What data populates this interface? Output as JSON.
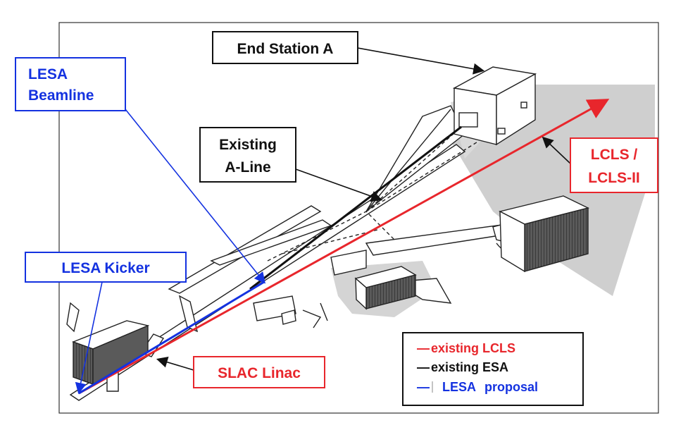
{
  "labels": {
    "end_station_a": "End Station A",
    "lesa_beamline_line1": "LESA",
    "lesa_beamline_line2": "Beamline",
    "existing_aline_line1": "Existing",
    "existing_aline_line2": "A-Line",
    "lcls_line1": "LCLS /",
    "lcls_line2": "LCLS-II",
    "lesa_kicker": "LESA Kicker",
    "slac_linac": "SLAC Linac"
  },
  "legend": {
    "items": [
      {
        "dash": "—",
        "text": "existing LCLS",
        "color": "#e8262c"
      },
      {
        "dash": "—",
        "text": "existing ESA",
        "color": "#111111"
      },
      {
        "dash": "—",
        "text": "LESA",
        "text2": "proposal",
        "color": "#1432e0"
      }
    ]
  },
  "colors": {
    "lcls_red": "#e8262c",
    "esa_black": "#111111",
    "lesa_blue": "#1432e0",
    "shadow_gray": "#c8c8c8",
    "building_dark": "#4a4a4a"
  }
}
